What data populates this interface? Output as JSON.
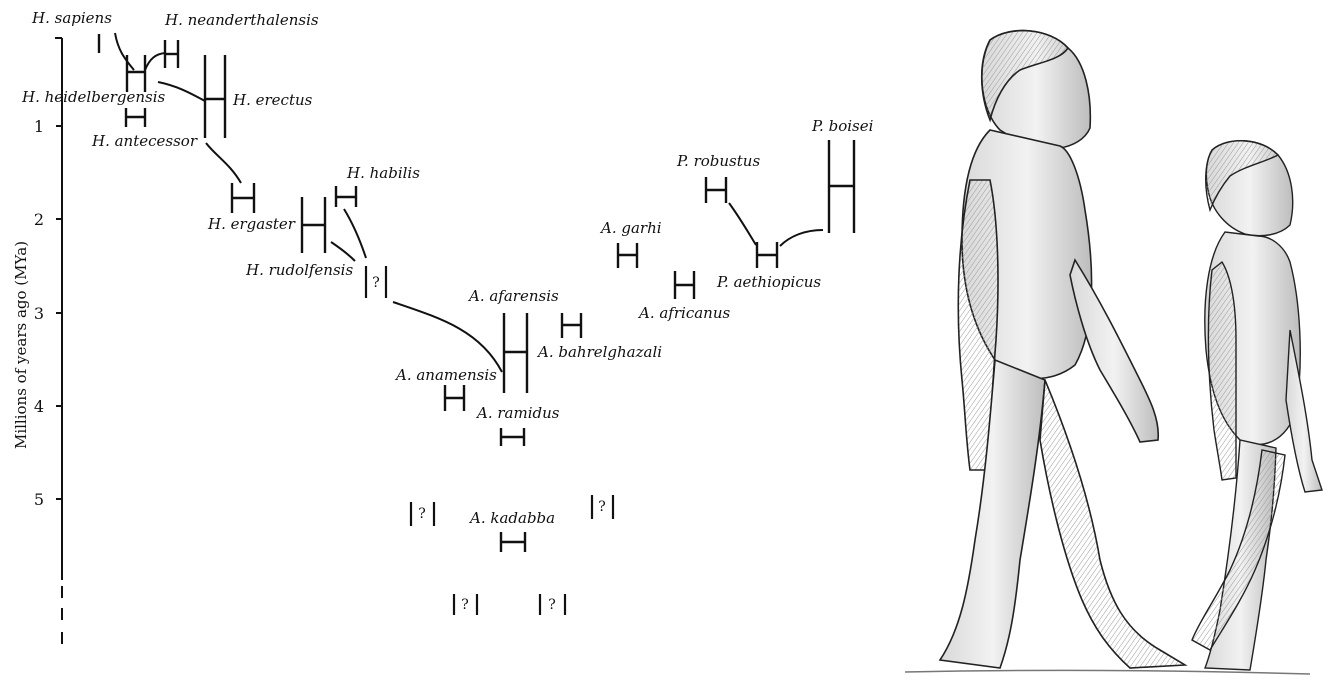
{
  "axis": {
    "title": "Millions of years ago (MYa)",
    "ticks": [
      "1",
      "2",
      "3",
      "4",
      "5"
    ]
  },
  "species": [
    {
      "key": "h_sapiens",
      "label": "H. sapiens"
    },
    {
      "key": "h_neanderthalensis",
      "label": "H. neanderthalensis"
    },
    {
      "key": "h_heidelbergensis",
      "label": "H. heidelbergensis"
    },
    {
      "key": "h_erectus",
      "label": "H. erectus"
    },
    {
      "key": "h_antecessor",
      "label": "H. antecessor"
    },
    {
      "key": "h_habilis",
      "label": "H. habilis"
    },
    {
      "key": "h_ergaster",
      "label": "H. ergaster"
    },
    {
      "key": "h_rudolfensis",
      "label": "H. rudolfensis"
    },
    {
      "key": "a_afarensis",
      "label": "A. afarensis"
    },
    {
      "key": "a_bahrelghazali",
      "label": "A. bahrelghazali"
    },
    {
      "key": "a_anamensis",
      "label": "A. anamensis"
    },
    {
      "key": "a_ramidus",
      "label": "A. ramidus"
    },
    {
      "key": "a_kadabba",
      "label": "A. kadabba"
    },
    {
      "key": "a_garhi",
      "label": "A. garhi"
    },
    {
      "key": "a_africanus",
      "label": "A. africanus"
    },
    {
      "key": "p_robustus",
      "label": "P. robustus"
    },
    {
      "key": "p_aethiopicus",
      "label": "P. aethiopicus"
    },
    {
      "key": "p_boisei",
      "label": "P. boisei"
    }
  ],
  "unknown_marker": "?"
}
